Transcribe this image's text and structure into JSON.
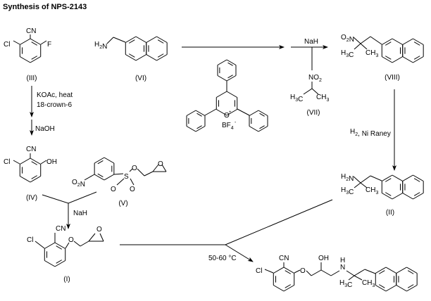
{
  "title": "Synthesis of NPS-2143",
  "compounds": {
    "III": {
      "label": "(III)",
      "atoms": {
        "cn": "CN",
        "cl": "Cl",
        "f": "F"
      }
    },
    "IV": {
      "label": "(IV)",
      "atoms": {
        "cn": "CN",
        "cl": "Cl",
        "oh": "OH"
      }
    },
    "V": {
      "label": "(V)",
      "atoms": {
        "no2": "O2N",
        "s": "S",
        "o1": "O",
        "o2": "O",
        "o_ester": "O",
        "o_epox": "O"
      }
    },
    "I": {
      "label": "(I)",
      "atoms": {
        "cn": "CN",
        "cl": "Cl",
        "o": "O",
        "o_epox": "O"
      }
    },
    "VI": {
      "label": "(VI)",
      "atoms": {
        "nh2": "H2N"
      }
    },
    "VII": {
      "label": "(VII)",
      "atoms": {
        "no2": "NO2",
        "h3c": "H3C",
        "ch3": "CH3"
      }
    },
    "VIII": {
      "label": "(VIII)",
      "atoms": {
        "no2": "O2N",
        "h3c": "H3C",
        "ch3": "CH3"
      }
    },
    "II": {
      "label": "(II)",
      "atoms": {
        "nh2": "H2N",
        "h3c": "H3C",
        "ch3": "CH3"
      }
    },
    "pyrylium": {
      "atoms": {
        "o": "O",
        "charge": "+",
        "bf4": "BF4",
        "bf4_charge": "-"
      }
    },
    "product": {
      "atoms": {
        "cn": "CN",
        "cl": "Cl",
        "o": "O",
        "oh": "OH",
        "n": "N",
        "h": "H",
        "h3c": "H3C",
        "ch3": "CH3"
      }
    }
  },
  "reagents": {
    "step1a": "KOAc, heat",
    "step1b": "18-crown-6",
    "step2": "NaOH",
    "step3": "NaH",
    "step4": "NaH",
    "step5": "H2, Ni Raney",
    "step6": "50-60 °C"
  }
}
